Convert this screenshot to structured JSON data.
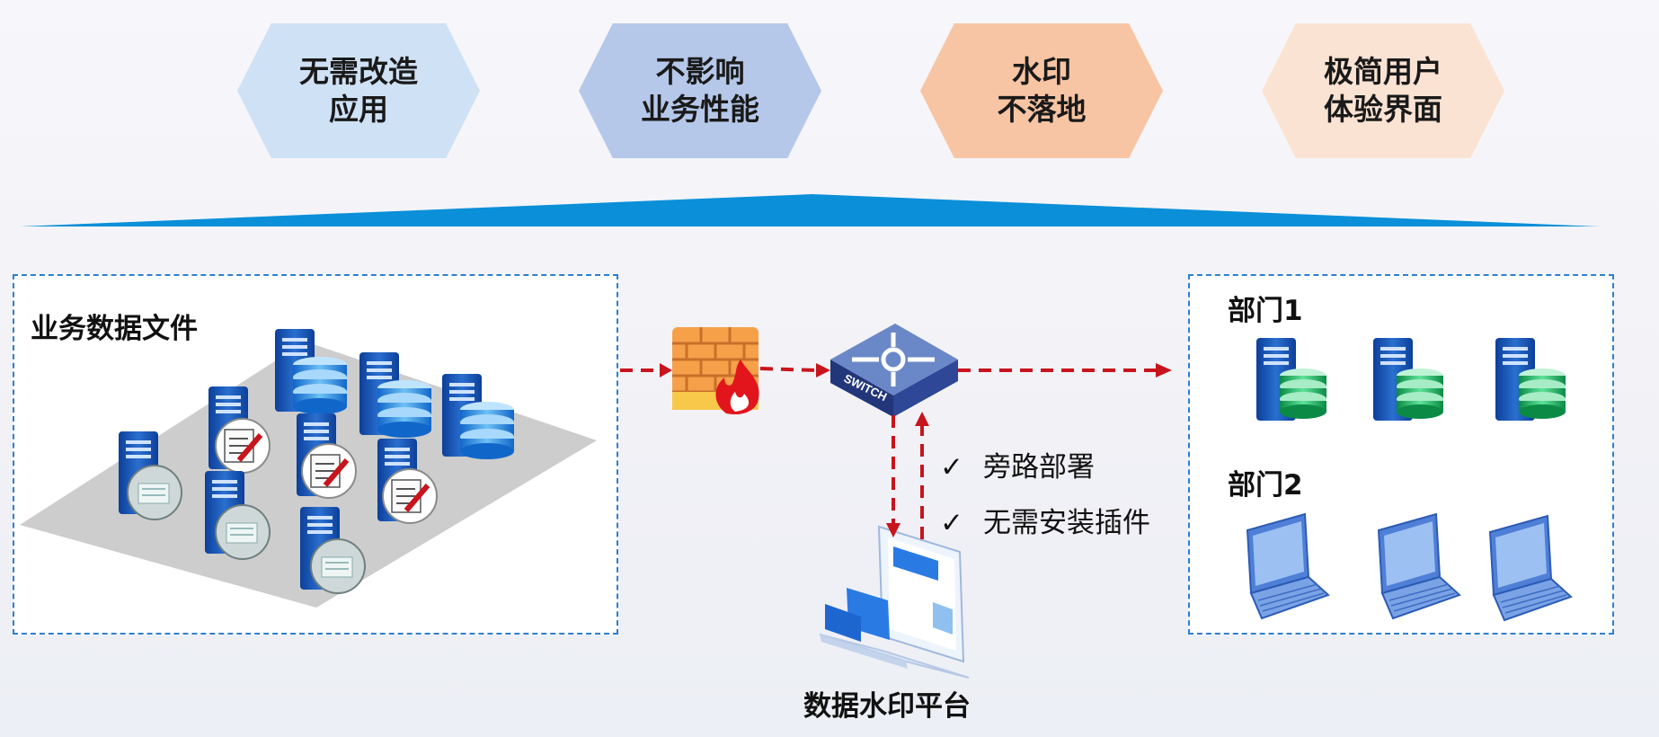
{
  "features": [
    {
      "line1": "无需改造",
      "line2": "应用",
      "color": "#cfe1f5"
    },
    {
      "line1": "不影响",
      "line2": "业务性能",
      "color": "#b5c8ea"
    },
    {
      "line1": "水印",
      "line2": "不落地",
      "color": "#f7c5a4"
    },
    {
      "line1": "极简用户",
      "line2": "体验界面",
      "color": "#fbe3d3"
    }
  ],
  "banner_color": "#0a8fd8",
  "left_panel": {
    "title": "业务数据文件"
  },
  "right_panel": {
    "dept1": "部门1",
    "dept2": "部门2"
  },
  "notes": [
    {
      "check": "✓",
      "text": "旁路部署"
    },
    {
      "check": "✓",
      "text": "无需安装插件"
    }
  ],
  "switch_label": "SWITCH",
  "platform_label": "数据水印平台",
  "arrow_color": "#c8141c"
}
